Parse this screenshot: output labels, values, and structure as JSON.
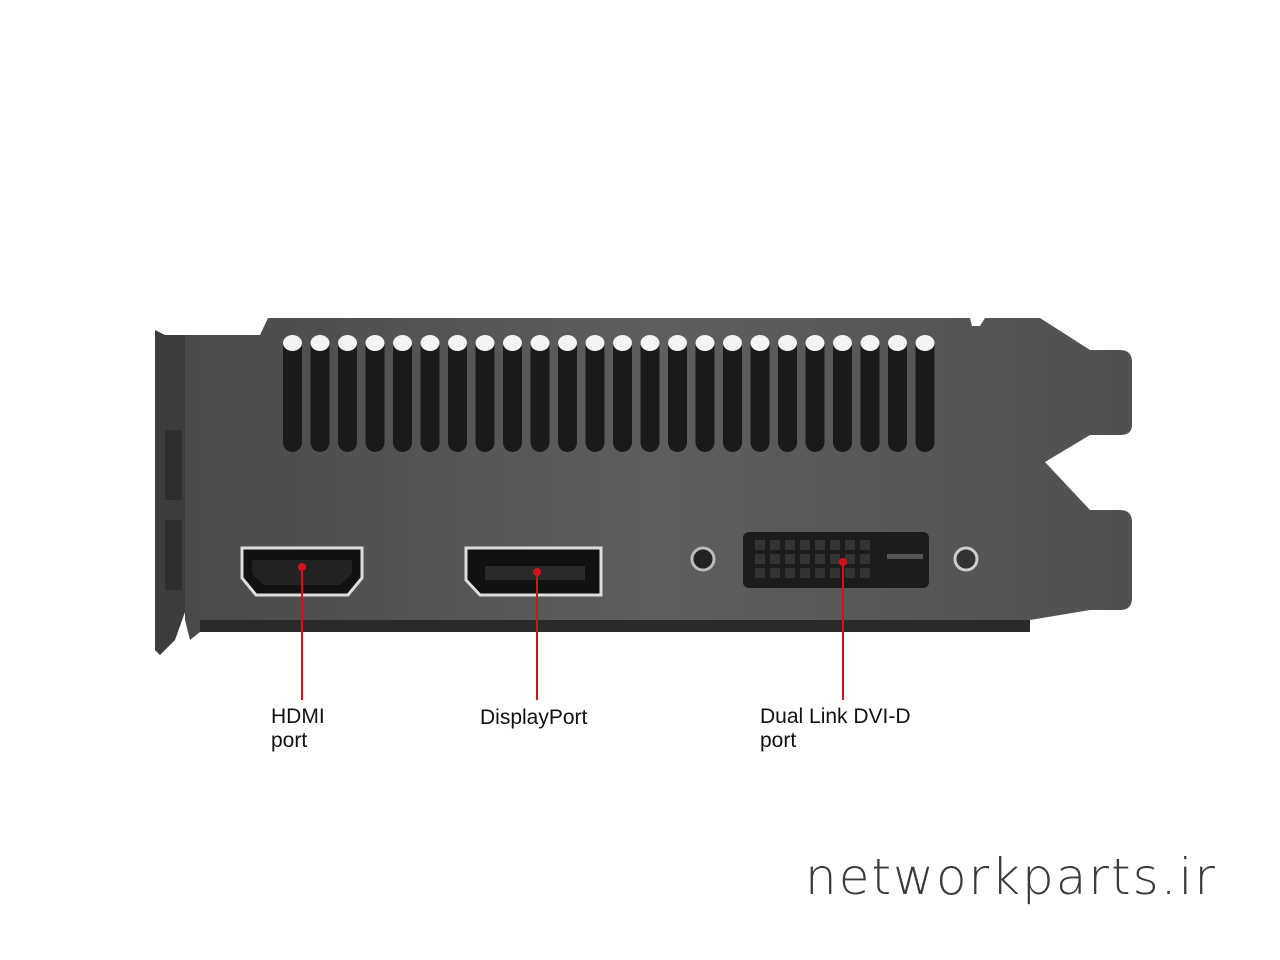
{
  "labels": {
    "hdmi": "HDMI\nport",
    "displayport": "DisplayPort",
    "dvi": "Dual Link DVI-D\nport"
  },
  "watermark": "networkparts.ir",
  "colors": {
    "plate": "#5a5a5a",
    "leader": "#d0141b",
    "slot": "#1a1a1a"
  },
  "vent_slot_count": 24
}
